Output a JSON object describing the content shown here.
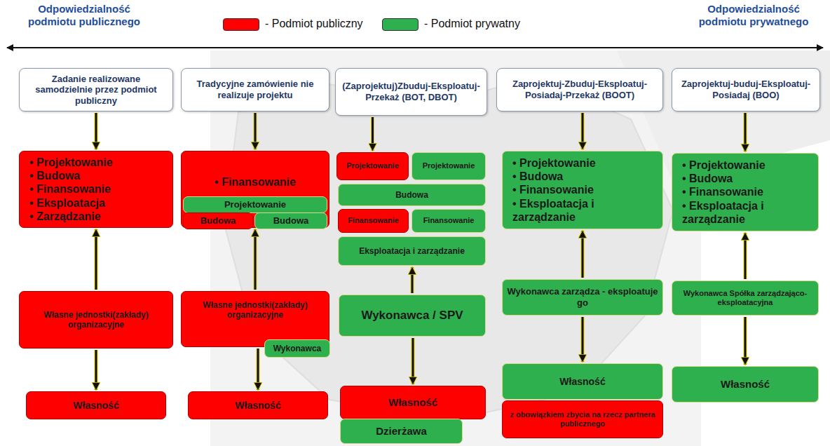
{
  "diagram": {
    "nodes": [
      {
        "text": [
          "Zadanie realizowane samodzielnie przez podmiot publiczny"
        ]
      },
      {
        "text": [
          "• Projektowanie",
          "• Budowa",
          "• Finansowanie",
          "• Eksploatacja",
          "• Zarządzanie"
        ]
      },
      {
        "text": [
          "Własne jednostki(zakłady) organizacyjne"
        ]
      },
      {
        "text": [
          "Własność"
        ]
      },
      {
        "text": [
          "Tradycyjne zamówienie nie realizuje projektu"
        ]
      },
      {
        "text": [
          "• Finansowanie"
        ]
      },
      {
        "text": [
          "Projektowanie"
        ],
        "in": 5
      },
      {
        "text": [
          "Budowa"
        ],
        "in": 5
      },
      {
        "text": [
          "Budowa"
        ],
        "in": 5
      },
      {
        "text": [
          "Własne jednostki(zakłady) organizacyjne"
        ]
      },
      {
        "text": [
          "Wykonawca"
        ],
        "in": 9
      },
      {
        "text": [
          "Własność"
        ]
      },
      {
        "text": [
          "(Zaprojektuj)Zbuduj-Eksploatuj-Przekaż (BOT, DBOT)"
        ]
      },
      {
        "text": [
          "Projektowanie"
        ]
      },
      {
        "text": [
          "Projektowanie"
        ]
      },
      {
        "text": [
          "Budowa"
        ]
      },
      {
        "text": [
          "Finansowanie"
        ]
      },
      {
        "text": [
          "Finansowanie"
        ]
      },
      {
        "text": [
          "Eksploatacja i zarządzanie"
        ]
      },
      {
        "text": [
          "Wykonawca / SPV"
        ]
      },
      {
        "text": [
          "Własność"
        ]
      },
      {
        "text": [
          "Dzierżawa"
        ]
      },
      {
        "text": [
          "Zaprojektuj-Zbuduj-Eksploatuj-Posiadaj-Przekaż (BOOT)"
        ]
      },
      {
        "text": [
          "• Projektowanie",
          "• Budowa",
          "• Finansowanie",
          "• Eksploatacja i zarządzanie"
        ]
      },
      {
        "text": [
          "Wykonawca zarządza - eksploatuje go"
        ]
      },
      {
        "text": [
          "Własność"
        ]
      },
      {
        "text": [
          "z obowiązkiem zbycia na rzecz partnera publicznego"
        ]
      },
      {
        "text": [
          "Zaprojektuj-buduj-Eksploatuj-Posiadaj (BOO)"
        ]
      },
      {
        "text": [
          "• Projektowanie",
          "• Budowa",
          "• Finansowanie",
          "• Eksploatacja i zarządzanie"
        ]
      },
      {
        "text": [
          "Wykonawca Spółka zarządzająco-eksploatacyjna"
        ]
      },
      {
        "text": [
          "Własność"
        ]
      }
    ],
    "edges": [
      {
        "from": 0,
        "to": 1,
        "arrow": "to"
      },
      {
        "from": 2,
        "to": 1,
        "arrow": "to"
      },
      {
        "from": 2,
        "to": 3,
        "arrow": "to"
      },
      {
        "from": 4,
        "to": 5,
        "arrow": "to"
      },
      {
        "from": 9,
        "to": 5,
        "arrow": "to"
      },
      {
        "from": 9,
        "to": 11,
        "arrow": "to"
      },
      {
        "from": 12,
        "to": 13,
        "arrow": "to"
      },
      {
        "from": 19,
        "to": 18,
        "arrow": "to"
      },
      {
        "from": 19,
        "to": 20,
        "arrow": "to"
      },
      {
        "from": 22,
        "to": 23,
        "arrow": "to"
      },
      {
        "from": 24,
        "to": 23,
        "arrow": "to"
      },
      {
        "from": 24,
        "to": 25,
        "arrow": "to"
      },
      {
        "from": 27,
        "to": 28,
        "arrow": "to"
      },
      {
        "from": 29,
        "to": 28,
        "arrow": "to"
      },
      {
        "from": 29,
        "to": 30,
        "arrow": "to"
      }
    ],
    "labels": [
      "Odpowiedzialność podmiotu publicznego",
      "Odpowiedzialność podmiotu prywatnego"
    ],
    "legend": [
      {
        "text": "- Podmiot publiczny",
        "color": "#ff0000"
      },
      {
        "text": "- Podmiot prywatny",
        "color": "#2fb04e"
      }
    ]
  }
}
